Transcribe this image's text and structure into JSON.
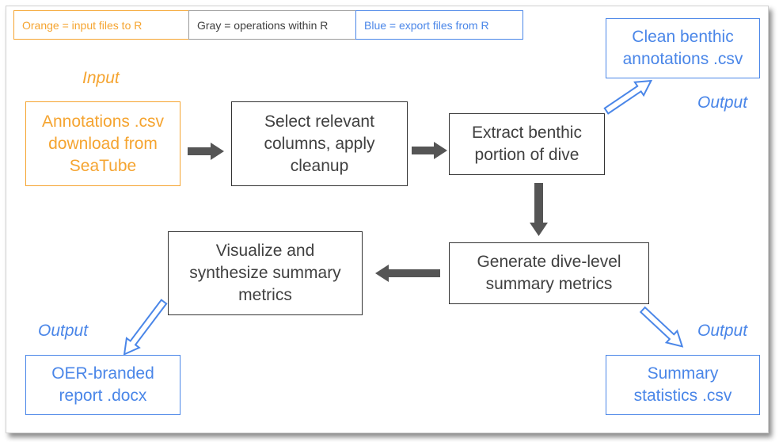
{
  "legend": {
    "orange": "Orange = input files to R",
    "gray": "Gray = operations within R",
    "blue": "Blue = export files from R"
  },
  "colors": {
    "orange": "#f5a430",
    "gray": "#555555",
    "blue": "#4a86e8"
  },
  "nodes": {
    "annotations": "Annotations .csv\ndownload from\nSeaTube",
    "select": "Select relevant\ncolumns, apply\ncleanup",
    "extract": "Extract benthic\nportion of dive",
    "clean": "Clean benthic\nannotations .csv",
    "generate": "Generate dive-level\nsummary metrics",
    "visualize": "Visualize and\nsynthesize summary\nmetrics",
    "summary": "Summary\nstatistics .csv",
    "report": "OER-branded\nreport .docx"
  },
  "labels": {
    "input": "Input",
    "output_clean": "Output",
    "output_summary": "Output",
    "output_report": "Output"
  }
}
